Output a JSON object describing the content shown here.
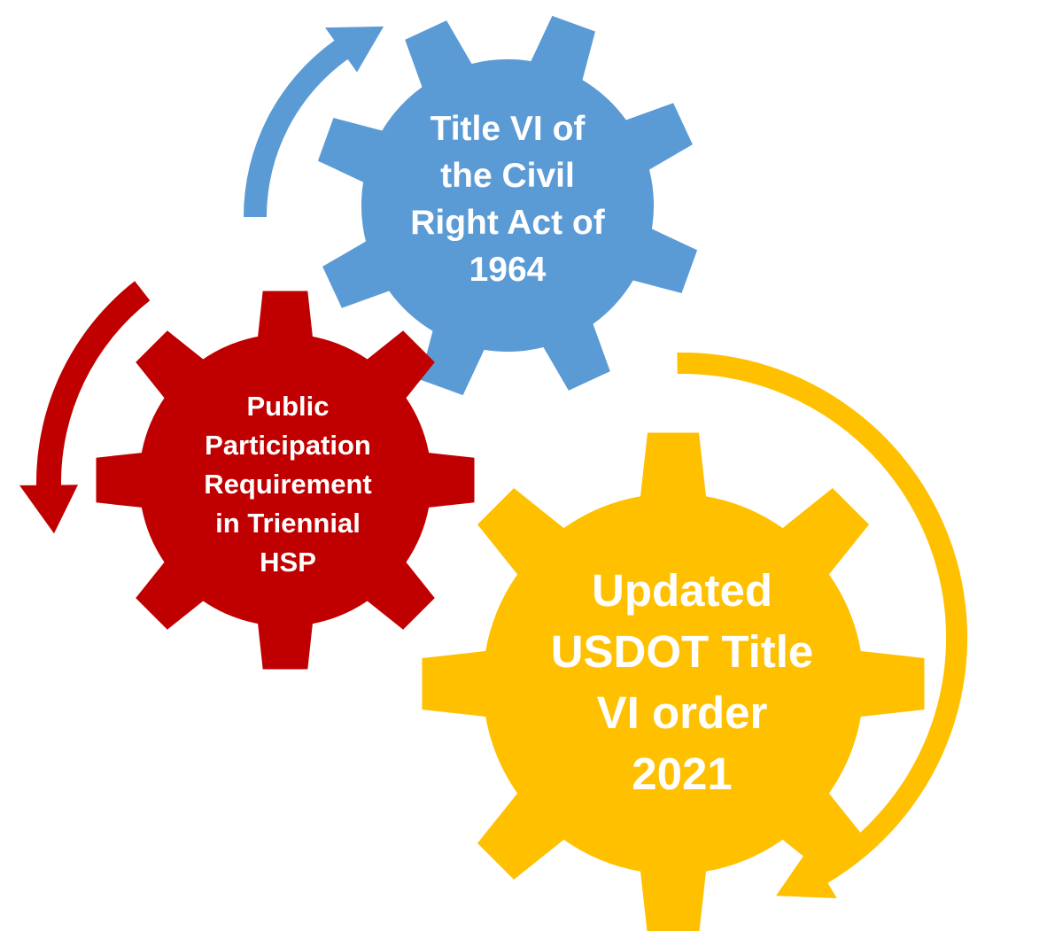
{
  "colors": {
    "blue": "#5B9BD5",
    "red": "#C00000",
    "gold": "#FFC000",
    "label": "#FFFFFF"
  },
  "gears": {
    "blue": {
      "lines": [
        "Title VI of",
        "the Civil",
        "Right Act of",
        "1964"
      ]
    },
    "red": {
      "lines": [
        "Public",
        "Participation",
        "Requirement",
        "in Triennial",
        "HSP"
      ]
    },
    "gold": {
      "lines": [
        "Updated",
        "USDOT Title",
        "VI order",
        "2021"
      ]
    }
  }
}
